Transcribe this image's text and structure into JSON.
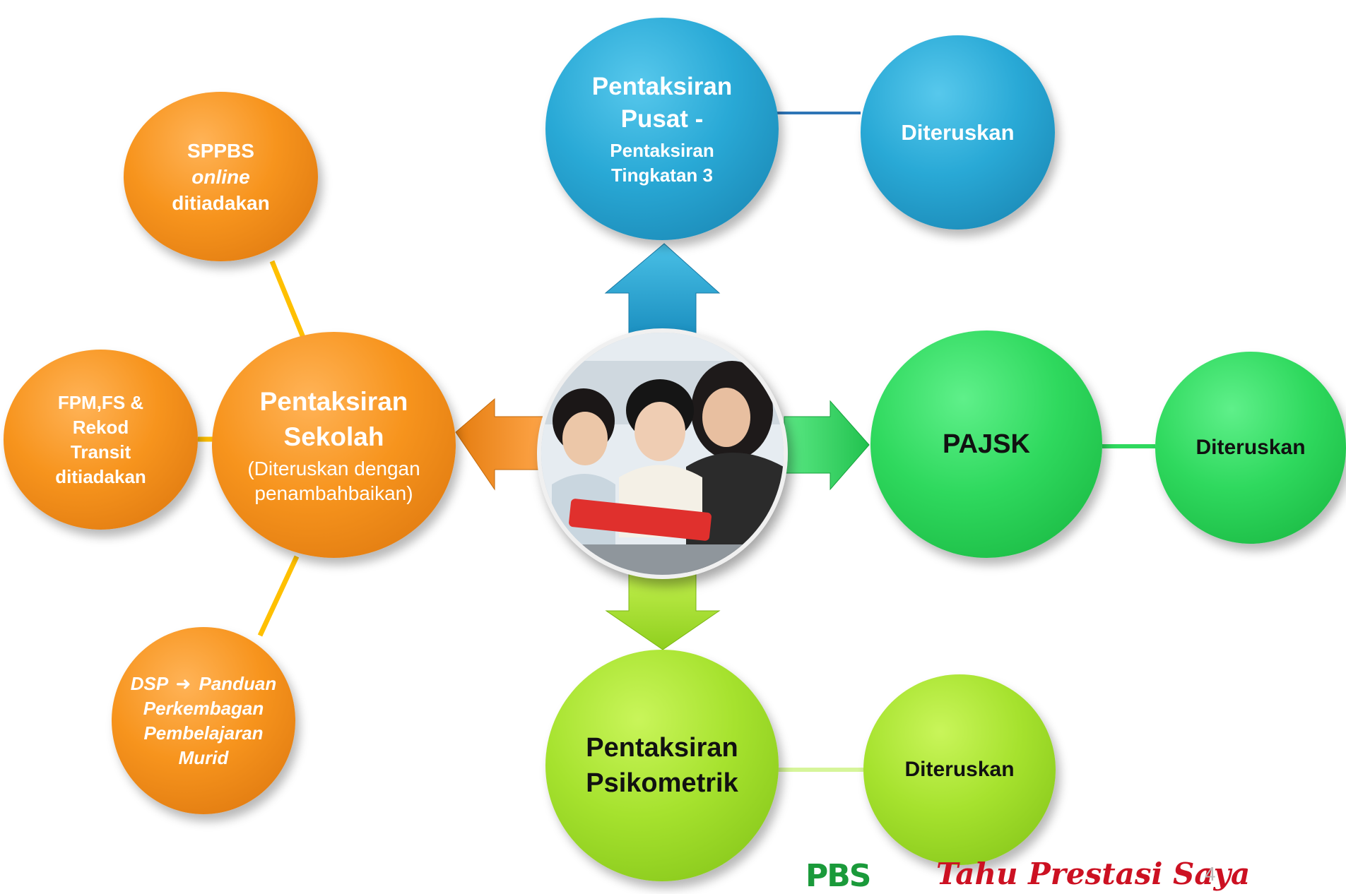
{
  "center": {
    "title": "Pentaksiran Sekolah",
    "subtitle": "(Diteruskan dengan penambahbaikan)"
  },
  "school_items": [
    {
      "line1": "SPPBS",
      "line2": "online",
      "line3": "ditiadakan"
    },
    {
      "text": "FPM,FS & Rekod Transit ditiadakan"
    },
    {
      "part1": "DSP",
      "part2": "Panduan Perkembagan Pembelajaran Murid"
    }
  ],
  "pusat": {
    "line1": "Pentaksiran",
    "line2": "Pusat -",
    "line3": "Pentaksiran Tingkatan 3",
    "status": "Diteruskan"
  },
  "pajsk": {
    "title": "PAJSK",
    "status": "Diteruskan"
  },
  "psikometrik": {
    "title": "Pentaksiran Psikometrik",
    "status": "Diteruskan"
  },
  "logo": {
    "letters": "PBS",
    "tagline": "Tahu Prestasi Saya"
  },
  "slide_number": "4",
  "colors": {
    "orange": "#f7941d",
    "blue": "#29a9d6",
    "green": "#2fd95e",
    "lime": "#a6e22e",
    "connector_orange": "#ffc000",
    "connector_blue": "#2e75b6",
    "logo_green": "#1a9a3a",
    "logo_red": "#cc1122"
  }
}
